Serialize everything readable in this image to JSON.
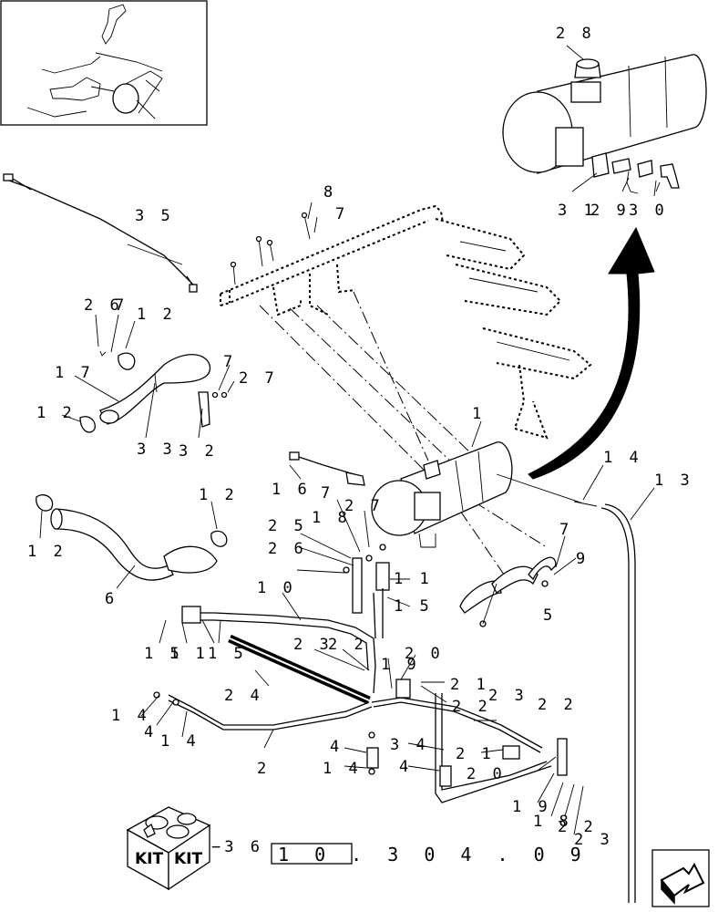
{
  "callouts": {
    "c28": "2 8",
    "c31": "3 1",
    "c29": "2 9",
    "c30": "3 0",
    "c8": "8",
    "c7a": "7",
    "c35": "3 5",
    "c26a": "2 6",
    "c7b": "7",
    "c12a": "1 2",
    "c7c": "7",
    "c27a": "2 7",
    "c17": "1 7",
    "c12b": "1 2",
    "c33": "3 3",
    "c32": "3 2",
    "c1": "1",
    "c14a": "1 4",
    "c13": "1 3",
    "c16": "1 6",
    "c12c": "1 2",
    "c12d": "1 2",
    "c7d": "7",
    "c27b": "2 7",
    "c18a": "1 8",
    "c25": "2 5",
    "c26b": "2 6",
    "c7e": "7",
    "c9": "9",
    "c6": "6",
    "c10": "1 0",
    "c11a": "1 1",
    "c15a": "1 5",
    "c5": "5",
    "c15b": "1 5",
    "c11b": "1 1",
    "c15c": "1 5",
    "c23a": "2 3",
    "c22a": "2 2",
    "c20a": "2 0",
    "c19a": "1 9",
    "c24": "2 4",
    "c21a": "2 1",
    "c22b": "2 2",
    "c23b": "2 3",
    "c22c": "2 2",
    "c14b": "1 4",
    "c4a": "4",
    "c14c": "1 4",
    "c4b": "4",
    "c34": "3 4",
    "c21b": "2 1",
    "c4c": "4",
    "c20b": "2 0",
    "c14d": "1 4",
    "c2": "2",
    "c19b": "1 9",
    "c18b": "1 8",
    "c22d": "2 2",
    "c23c": "2 3",
    "c36": "−3 6"
  },
  "kit_labels": {
    "left": "KIT",
    "right": "KIT"
  },
  "reference": "1 0 . 3 0 4 . 0 9",
  "icons": {
    "next_page": "arrow-right-icon",
    "kit": "kit-box-icon"
  }
}
